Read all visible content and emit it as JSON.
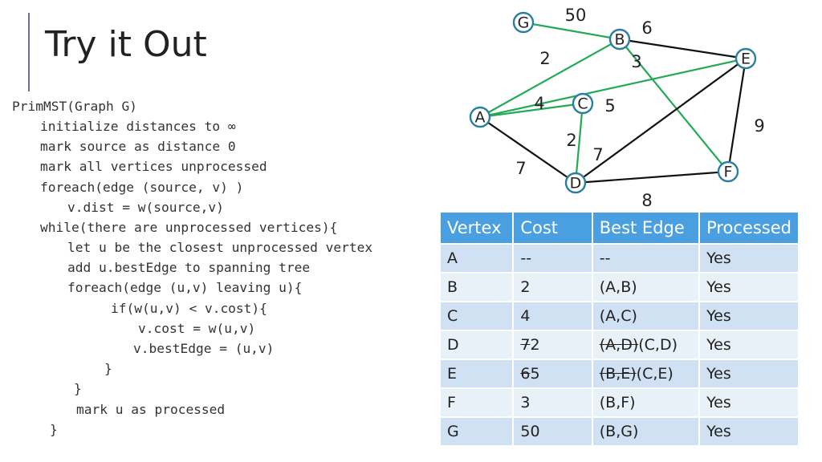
{
  "title": "Try it Out",
  "code": [
    "PrimMST(Graph G)",
    "initialize distances to ∞",
    "mark source as distance 0",
    "mark all vertices unprocessed",
    "foreach(edge (source, v) )",
    "v.dist = w(source,v)",
    "while(there are unprocessed vertices){",
    "let u be the closest unprocessed vertex",
    "add u.bestEdge to spanning tree",
    "foreach(edge (u,v) leaving u){",
    "if(w(u,v) < v.cost){",
    "v.cost = w(u,v)",
    "v.bestEdge = (u,v)",
    "}",
    "}",
    "mark u as processed",
    "}"
  ],
  "colors": {
    "tree_edge": "#22aa55",
    "other_edge": "#111111",
    "node_border": "#2a7f9e",
    "header": "#4a9fe1"
  },
  "graph": {
    "nodes": [
      "G",
      "B",
      "E",
      "C",
      "A",
      "D",
      "F"
    ],
    "edges": [
      {
        "from": "G",
        "to": "B",
        "weight": "50",
        "tree": true
      },
      {
        "from": "A",
        "to": "B",
        "weight": "2",
        "tree": true
      },
      {
        "from": "A",
        "to": "C",
        "weight": "4",
        "tree": true
      },
      {
        "from": "A",
        "to": "E",
        "weight": "",
        "tree": true
      },
      {
        "from": "C",
        "to": "D",
        "weight": "2",
        "tree": true
      },
      {
        "from": "B",
        "to": "F",
        "weight": "",
        "tree": true
      },
      {
        "from": "B",
        "to": "E",
        "weight": "6",
        "tree": false
      },
      {
        "from": "A",
        "to": "D",
        "weight": "7",
        "tree": false
      },
      {
        "from": "E",
        "to": "D",
        "weight": "",
        "tree": false
      },
      {
        "from": "E",
        "to": "F",
        "weight": "9",
        "tree": false
      },
      {
        "from": "D",
        "to": "F",
        "weight": "8",
        "tree": false
      }
    ],
    "floating_labels": [
      "3",
      "5",
      "7"
    ]
  },
  "table": {
    "headers": [
      "Vertex",
      "Cost",
      "Best Edge",
      "Processed"
    ],
    "rows": [
      {
        "vertex": "A",
        "cost_old": "",
        "cost": "--",
        "edge_old": "",
        "edge": "--",
        "processed": "Yes"
      },
      {
        "vertex": "B",
        "cost_old": "",
        "cost": "2",
        "edge_old": "",
        "edge": "(A,B)",
        "processed": "Yes"
      },
      {
        "vertex": "C",
        "cost_old": "",
        "cost": "4",
        "edge_old": "",
        "edge": "(A,C)",
        "processed": "Yes"
      },
      {
        "vertex": "D",
        "cost_old": "7",
        "cost": "2",
        "edge_old": "(A,D)",
        "edge": "(C,D)",
        "processed": "Yes"
      },
      {
        "vertex": "E",
        "cost_old": "6",
        "cost": "5",
        "edge_old": "(B,E)",
        "edge": "(C,E)",
        "processed": "Yes"
      },
      {
        "vertex": "F",
        "cost_old": "",
        "cost": "3",
        "edge_old": "",
        "edge": "(B,F)",
        "processed": "Yes"
      },
      {
        "vertex": "G",
        "cost_old": "",
        "cost": "50",
        "edge_old": "",
        "edge": "(B,G)",
        "processed": "Yes"
      }
    ]
  }
}
